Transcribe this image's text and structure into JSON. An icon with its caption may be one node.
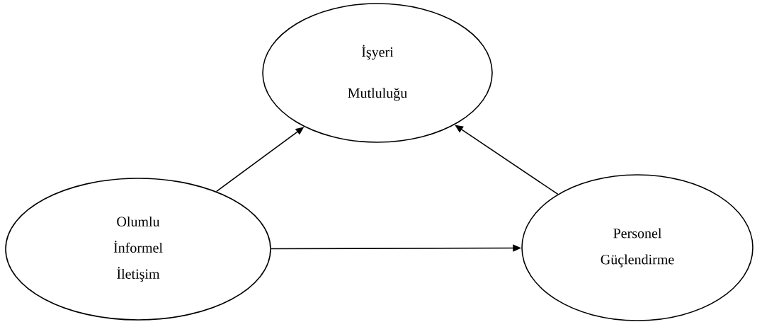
{
  "diagram": {
    "nodes": [
      {
        "text": [
          "İşyeri Mutluluğu"
        ]
      },
      {
        "text": [
          "Olumlu İnformel İletişim"
        ]
      },
      {
        "text": [
          "Personel Güçlendirme"
        ]
      }
    ],
    "edges": [
      {
        "from": 1,
        "to": 0,
        "arrow": "to"
      },
      {
        "from": 2,
        "to": 0,
        "arrow": "to"
      },
      {
        "from": 1,
        "to": 2,
        "arrow": "to"
      }
    ]
  }
}
